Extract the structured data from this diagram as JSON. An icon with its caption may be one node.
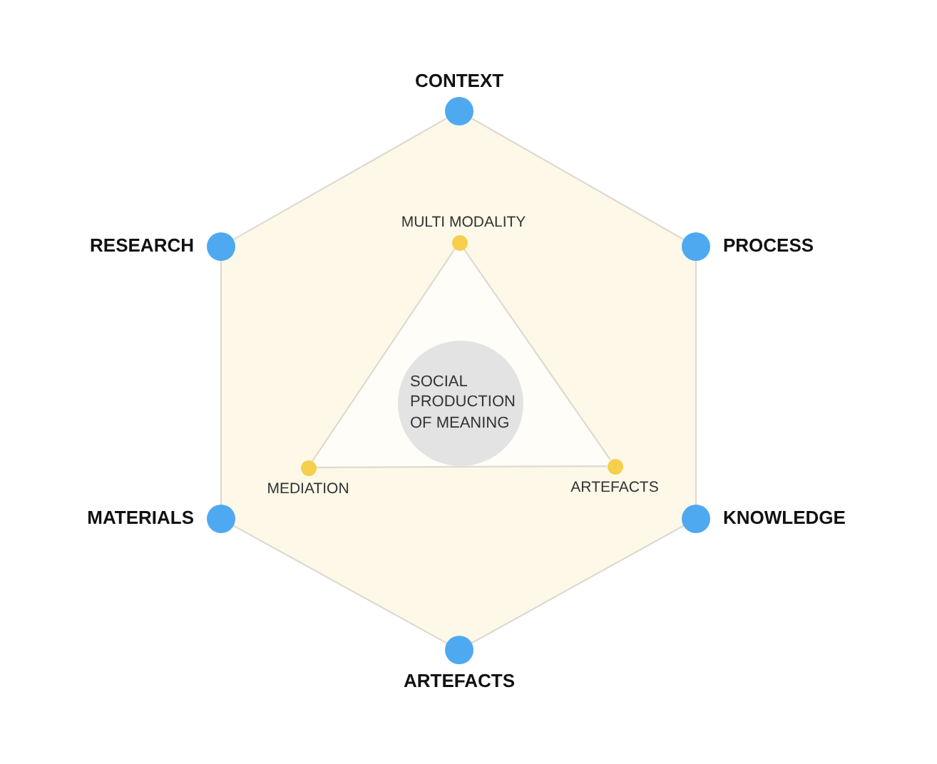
{
  "diagram": {
    "nodes": [
      {
        "text": [],
        "shape": "circle",
        "beside": [
          "CONTEXT"
        ]
      },
      {
        "text": [],
        "shape": "circle",
        "beside": [
          "RESEARCH"
        ]
      },
      {
        "text": [],
        "shape": "circle",
        "beside": [
          "PROCESS"
        ]
      },
      {
        "text": [],
        "shape": "circle",
        "beside": [
          "MULTI MODALITY"
        ]
      },
      {
        "text": [
          "SOCIAL PRODUCTION OF MEANING"
        ]
      },
      {
        "text": [],
        "shape": "circle",
        "beside": [
          "MEDIATION"
        ]
      },
      {
        "text": [],
        "shape": "circle",
        "beside": [
          "ARTEFACTS"
        ]
      },
      {
        "text": [],
        "shape": "circle",
        "beside": [
          "MATERIALS"
        ]
      },
      {
        "text": [],
        "shape": "circle",
        "beside": [
          "KNOWLEDGE"
        ]
      },
      {
        "text": [],
        "shape": "circle",
        "beside": [
          "ARTEFACTS"
        ]
      }
    ],
    "edges": [
      {
        "from": 0,
        "to": 2,
        "arrow": "none"
      },
      {
        "from": 2,
        "to": 8,
        "arrow": "none"
      },
      {
        "from": 8,
        "to": 9,
        "arrow": "none"
      },
      {
        "from": 9,
        "to": 7,
        "arrow": "none"
      },
      {
        "from": 7,
        "to": 1,
        "arrow": "none"
      },
      {
        "from": 1,
        "to": 0,
        "arrow": "none"
      },
      {
        "from": 3,
        "to": 6,
        "arrow": "none"
      },
      {
        "from": 6,
        "to": 5,
        "arrow": "none"
      },
      {
        "from": 5,
        "to": 3,
        "arrow": "none"
      }
    ]
  }
}
